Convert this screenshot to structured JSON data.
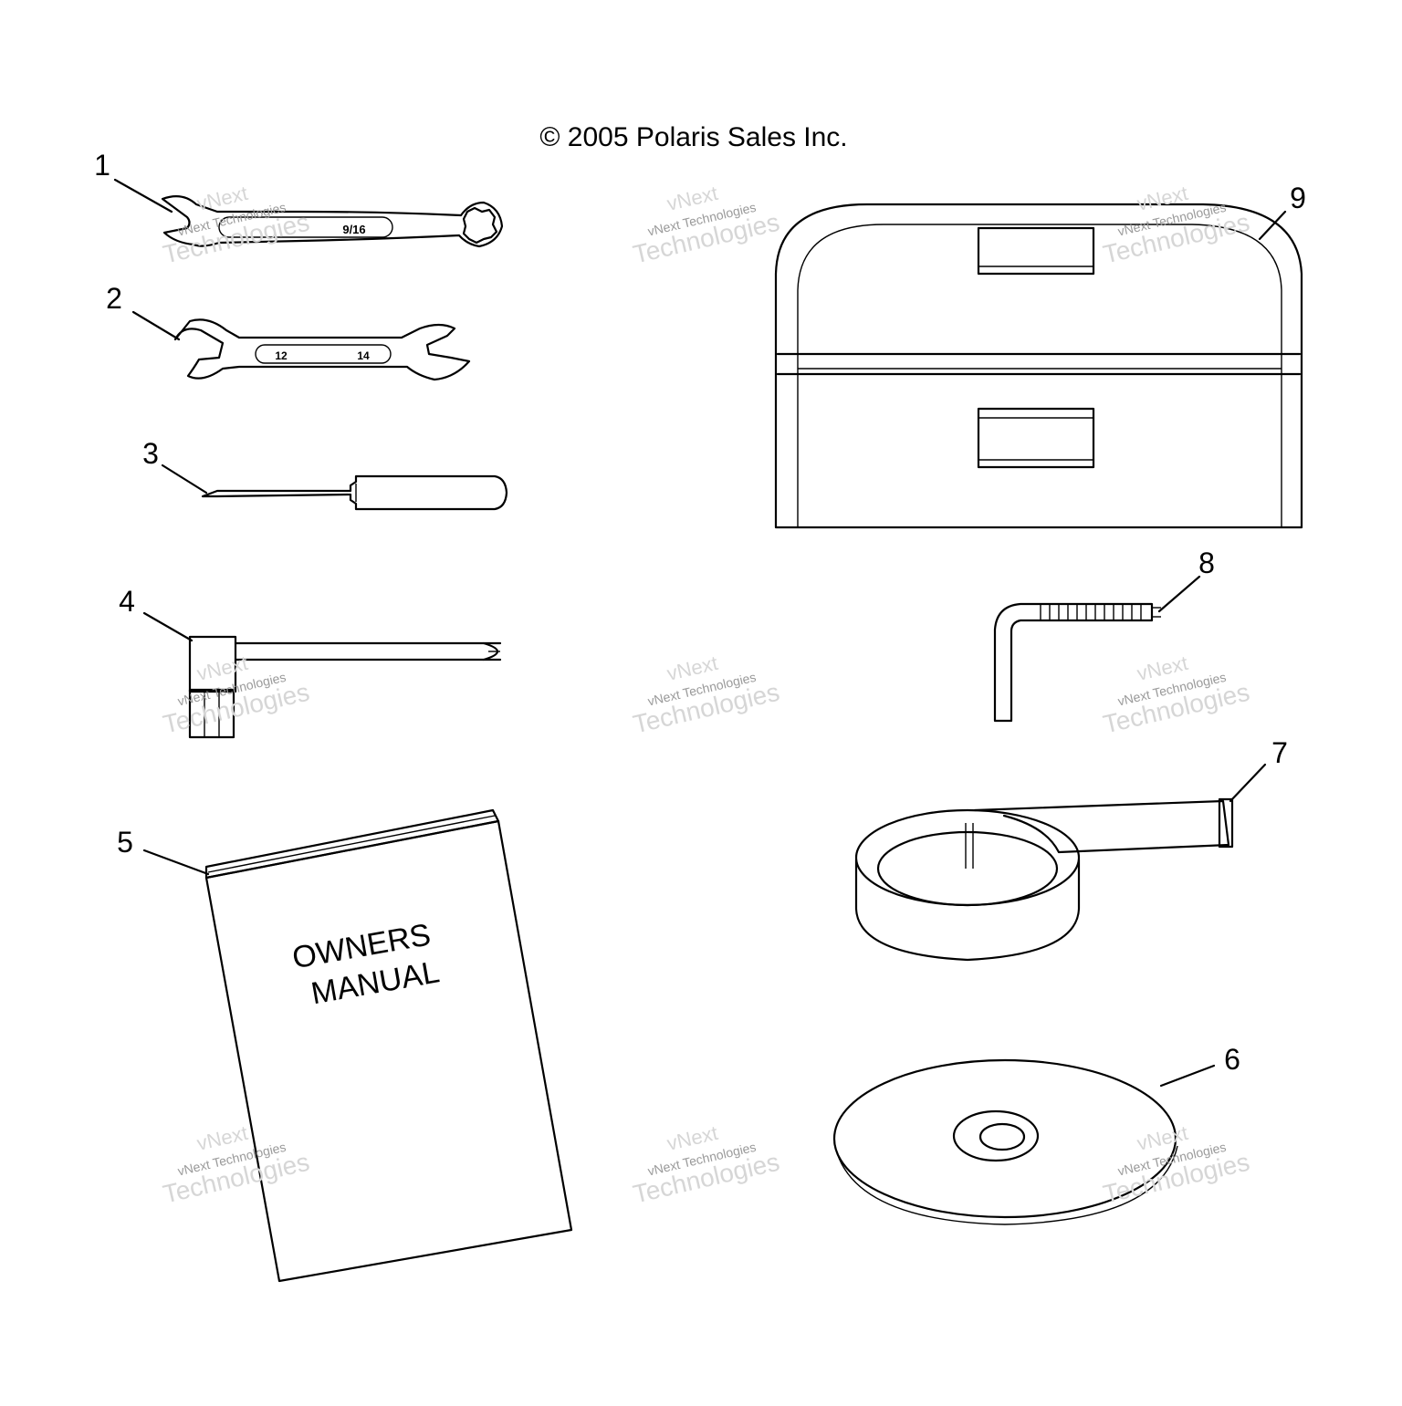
{
  "copyright": "© 2005 Polaris Sales Inc.",
  "callouts": {
    "c1": "1",
    "c2": "2",
    "c3": "3",
    "c4": "4",
    "c5": "5",
    "c6": "6",
    "c7": "7",
    "c8": "8",
    "c9": "9"
  },
  "wrench_1_size": "9/16",
  "wrench_2_sizes": {
    "left": "12",
    "right": "14"
  },
  "manual_title": {
    "line1": "OWNERS",
    "line2": "MANUAL"
  },
  "watermark": {
    "small": "vNext Technologies",
    "top": "vNext",
    "big": "Technologies"
  },
  "colors": {
    "line": "#000000",
    "background": "#ffffff",
    "watermark": "#d6d6d6"
  }
}
